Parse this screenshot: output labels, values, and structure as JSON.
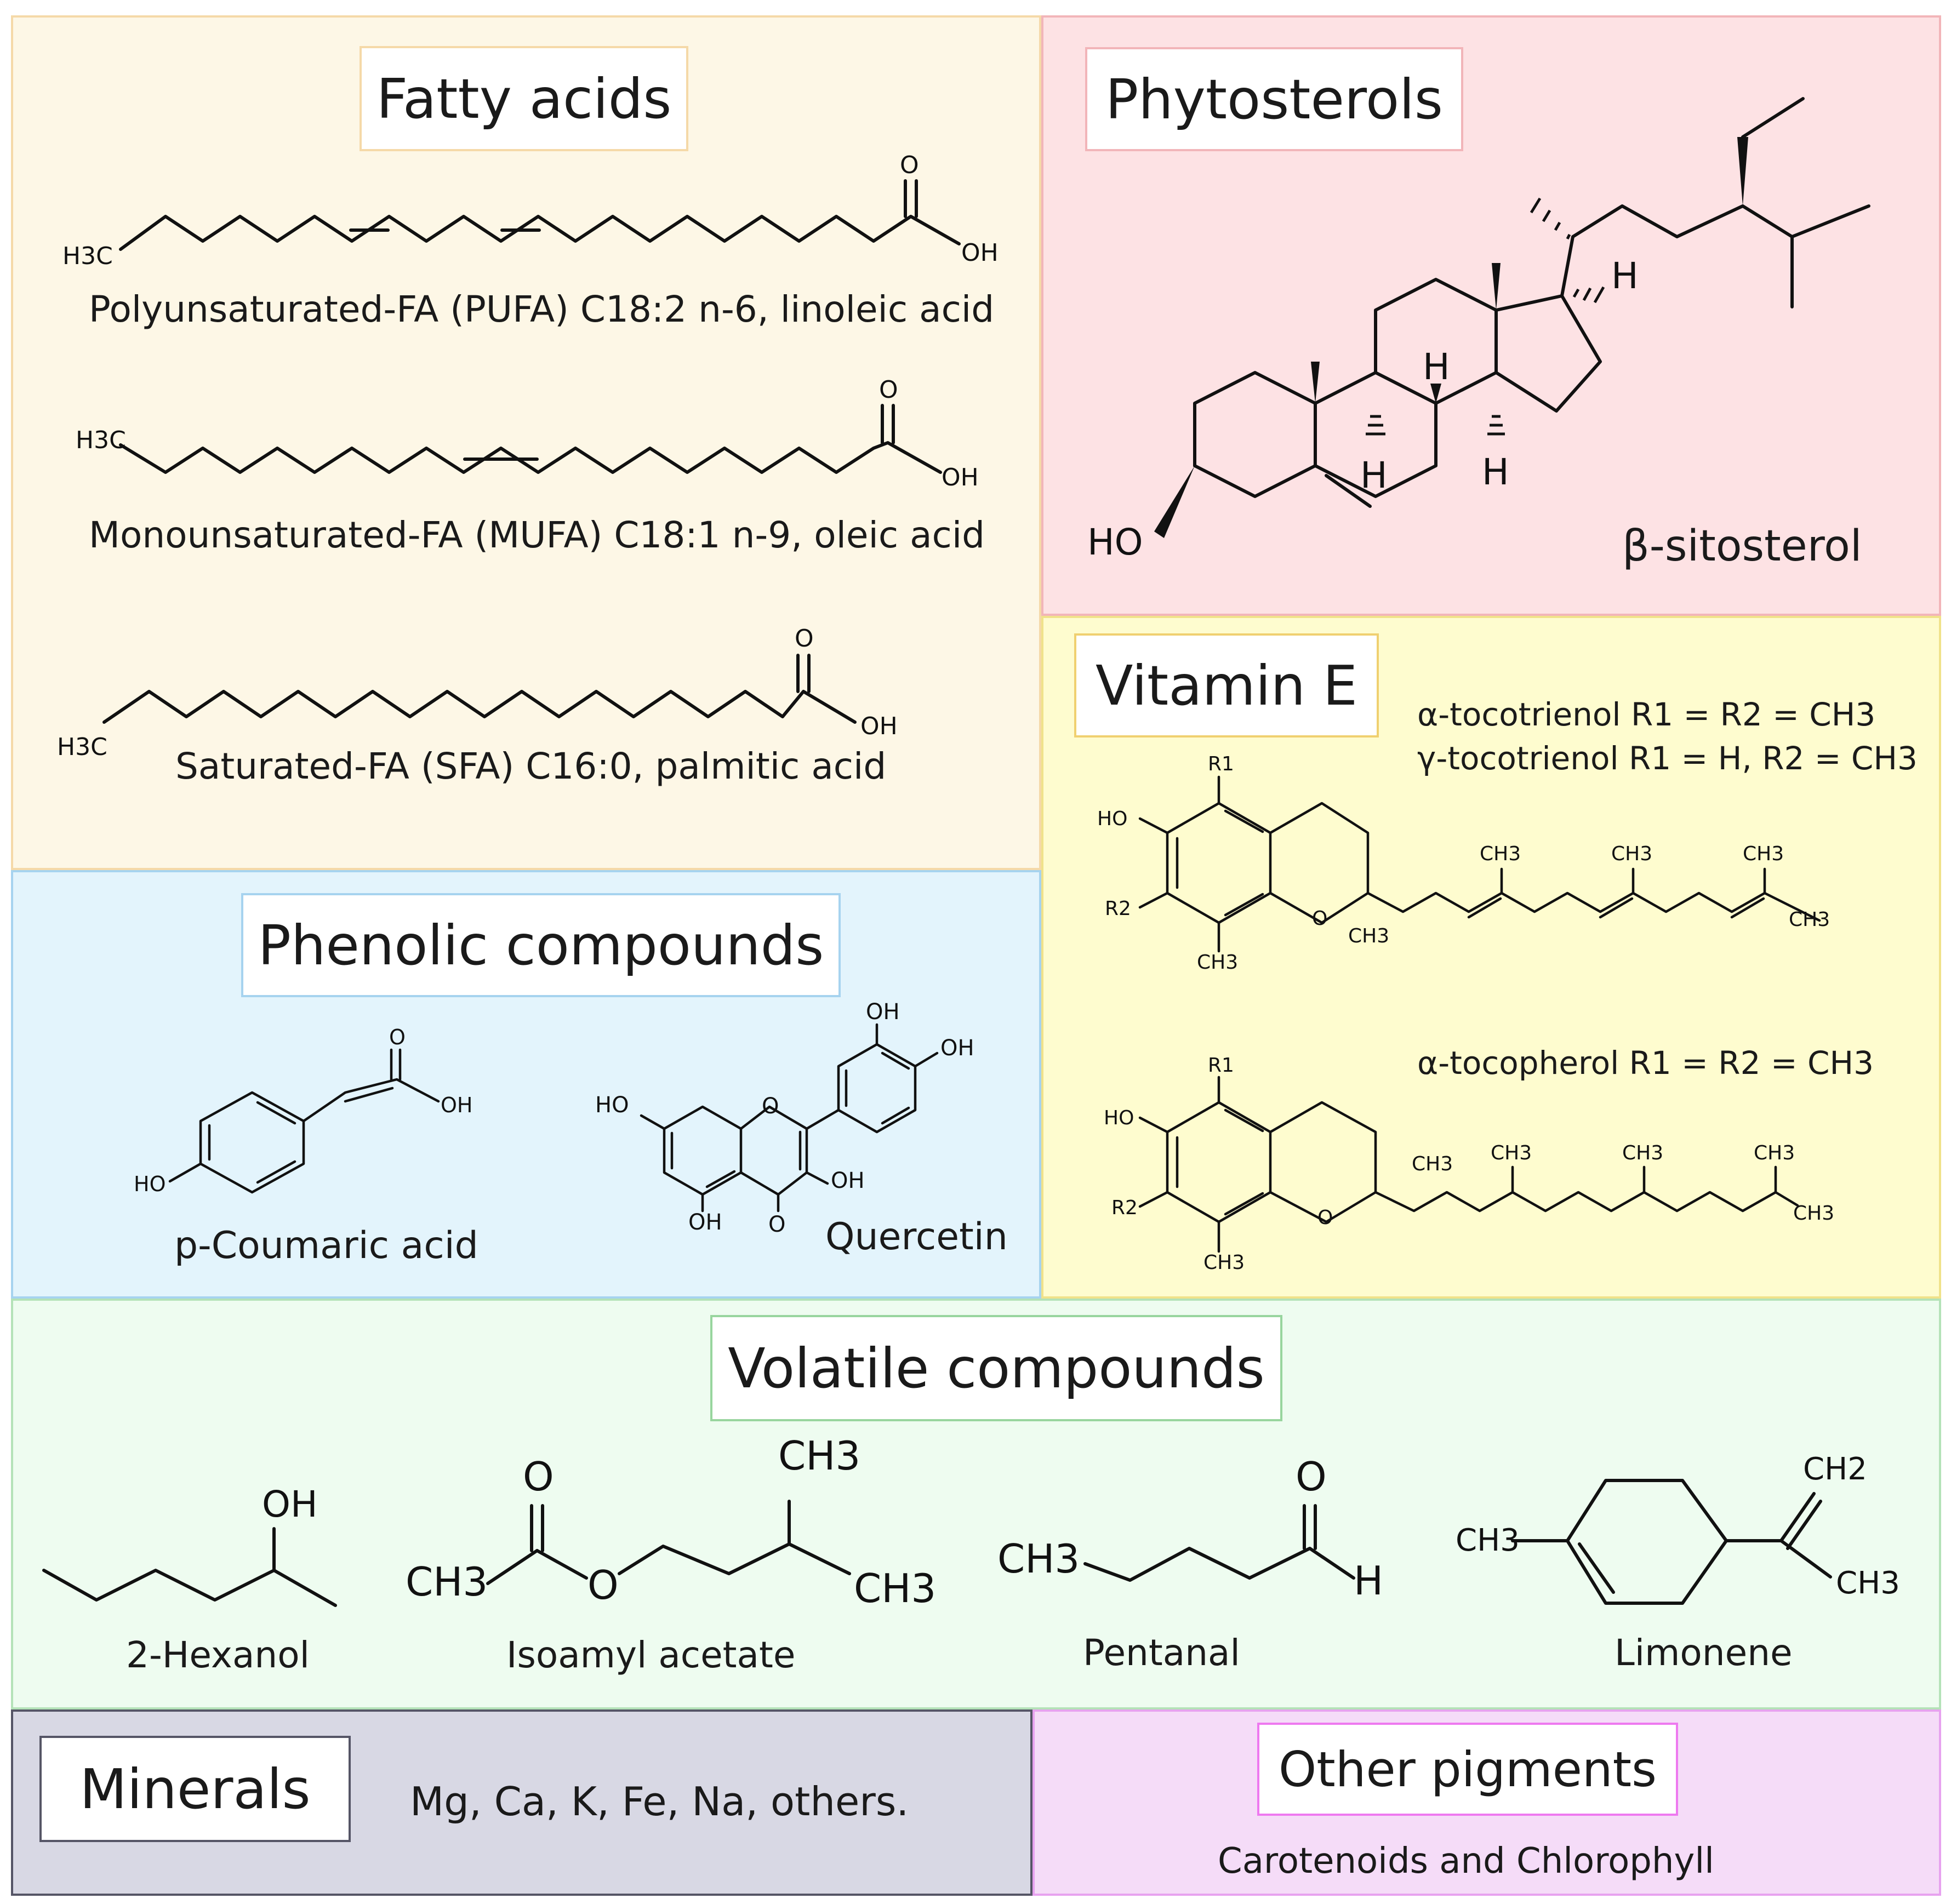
{
  "colors": {
    "fatty_acids_bg": "#fdf7e6",
    "phytosterols_bg": "#fde2e4",
    "vitamin_e_bg": "#fefccf",
    "phenolic_bg": "#e3f4fc",
    "volatile_bg": "#eefcf0",
    "minerals_bg": "#d8d8e4",
    "pigments_bg": "#f5dcf8"
  },
  "fatty_acids": {
    "title": "Fatty acids",
    "pufa_caption": "Polyunsaturated-FA (PUFA) C18:2 n-6, linoleic acid",
    "mufa_caption": "Monounsaturated-FA (MUFA) C18:1 n-9, oleic acid",
    "sfa_caption": "Saturated-FA (SFA) C16:0, palmitic acid",
    "methyl_label": "H3C",
    "carbonyl_label": "O",
    "hydroxyl_label": "OH"
  },
  "phytosterols": {
    "title": "Phytosterols",
    "compound": "β-sitosterol",
    "ho_label": "HO",
    "h_label": "H"
  },
  "vitamin_e": {
    "title": "Vitamin E",
    "alpha_tocotrienol_line": "α-tocotrienol R1 = R2 = CH3",
    "gamma_tocotrienol_line": "γ-tocotrienol R1 =  H, R2 = CH3",
    "alpha_tocopherol_line": "α-tocopherol R1 = R2 = CH3",
    "r1_label": "R1",
    "r2_label": "R2",
    "ho_label": "HO",
    "ring_o_label": "O",
    "methyl_label": "CH3"
  },
  "phenolic": {
    "title": "Phenolic compounds",
    "coumaric": "p-Coumaric acid",
    "quercetin": "Quercetin",
    "oh_label": "OH",
    "ho_label": "HO",
    "o_label": "O"
  },
  "volatile": {
    "title": "Volatile compounds",
    "hexanol": "2-Hexanol",
    "isoamyl": "Isoamyl acetate",
    "pentanal": "Pentanal",
    "limonene": "Limonene",
    "oh_label": "OH",
    "o_label": "O",
    "h_label": "H",
    "ch3_label": "CH3",
    "ch2_label": "CH2"
  },
  "minerals": {
    "title": "Minerals",
    "text": "Mg, Ca, K, Fe, Na, others."
  },
  "pigments": {
    "title": "Other pigments",
    "text": "Carotenoids and Chlorophyll"
  }
}
